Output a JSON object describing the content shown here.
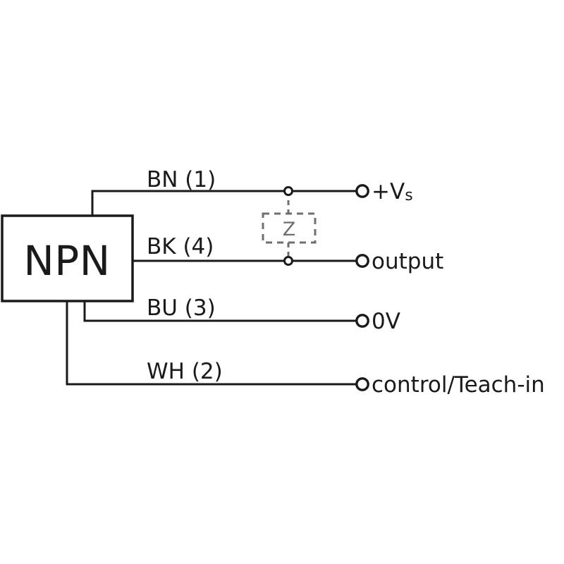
{
  "diagram": {
    "type": "sensor-wiring-diagram",
    "device": {
      "label": "NPN"
    },
    "load": {
      "label": "Z",
      "style": "dashed",
      "color": "#6f6f6f"
    },
    "colors": {
      "line": "#1a1a1a",
      "background": "#ffffff",
      "load_dashed": "#6f6f6f"
    },
    "wires": [
      {
        "label": "BN (1)",
        "wire_color_code": "BN",
        "pin": "1",
        "terminal": "+Vs",
        "terminal_base": "+V",
        "terminal_sub": "s"
      },
      {
        "label": "BK (4)",
        "wire_color_code": "BK",
        "pin": "4",
        "terminal": "output",
        "terminal_base": "output",
        "terminal_sub": ""
      },
      {
        "label": "BU (3)",
        "wire_color_code": "BU",
        "pin": "3",
        "terminal": "0V",
        "terminal_base": "0V",
        "terminal_sub": ""
      },
      {
        "label": "WH (2)",
        "wire_color_code": "WH",
        "pin": "2",
        "terminal": "control/Teach-in",
        "terminal_base": "control/Teach-in",
        "terminal_sub": ""
      }
    ]
  }
}
